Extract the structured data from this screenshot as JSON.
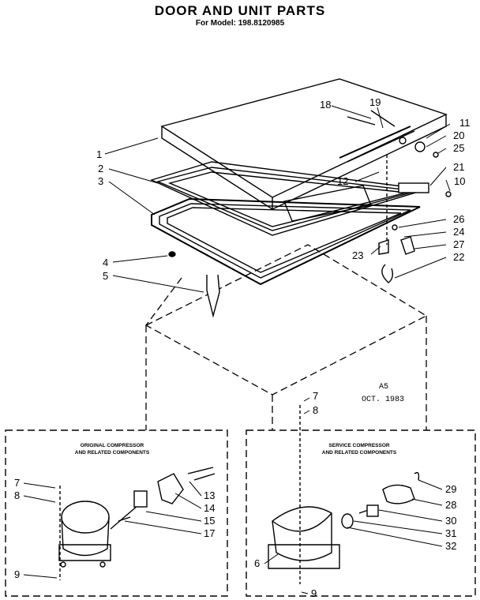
{
  "header": {
    "title": "DOOR AND UNIT PARTS",
    "subtitle": "For Model: 198.8120985"
  },
  "stamp": {
    "code": "A5",
    "date": "OCT. 1983"
  },
  "boxes": {
    "original": {
      "line1": "ORIGINAL COMPRESSOR",
      "line2": "AND RELATED COMPONENTS"
    },
    "service": {
      "line1": "SERVICE COMPRESSOR",
      "line2": "AND RELATED COMPONENTS"
    }
  },
  "callouts": {
    "c1": "1",
    "c2": "2",
    "c3": "3",
    "c4": "4",
    "c5": "5",
    "c6": "6",
    "c7a": "7",
    "c8a": "8",
    "c7b": "7",
    "c8b": "8",
    "c9a": "9",
    "c9b": "9",
    "c10": "10",
    "c11": "11",
    "c12": "12",
    "c13": "13",
    "c14": "14",
    "c15": "15",
    "c17": "17",
    "c18": "18",
    "c19": "19",
    "c20": "20",
    "c21": "21",
    "c22": "22",
    "c23": "23",
    "c24": "24",
    "c25": "25",
    "c26": "26",
    "c27": "27",
    "c28": "28",
    "c29": "29",
    "c30": "30",
    "c31": "31",
    "c32": "32"
  }
}
